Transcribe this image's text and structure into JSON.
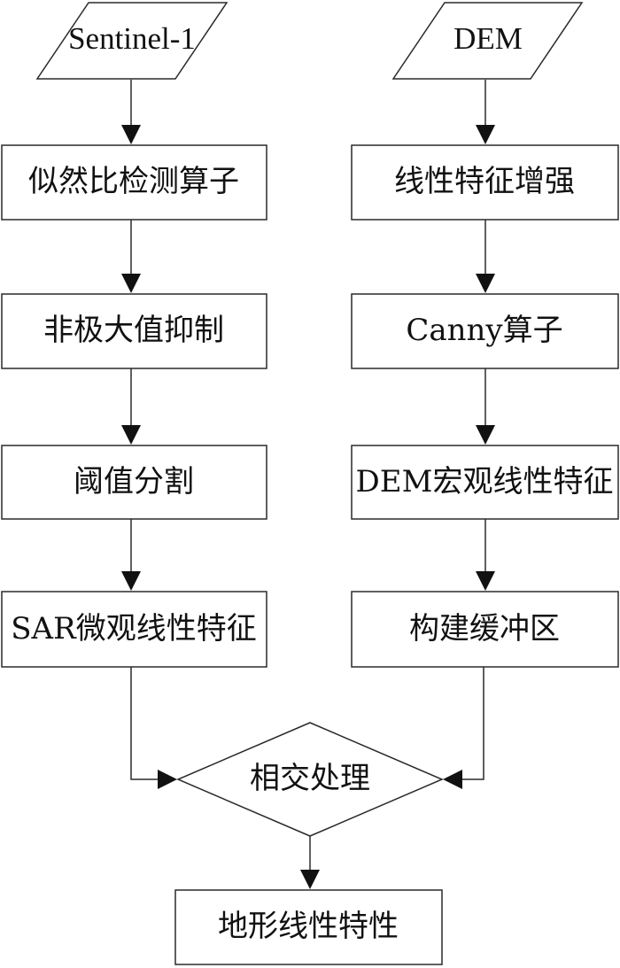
{
  "diagram": {
    "left_branch": {
      "input": "Sentinel-1",
      "steps": [
        "似然比检测算子",
        "非极大值抑制",
        "阈值分割",
        "SAR微观线性特征"
      ]
    },
    "right_branch": {
      "input": "DEM",
      "steps": [
        "线性特征增强",
        "Canny算子",
        "DEM宏观线性特征",
        "构建缓冲区"
      ]
    },
    "decision": "相交处理",
    "output": "地形线性特性"
  }
}
